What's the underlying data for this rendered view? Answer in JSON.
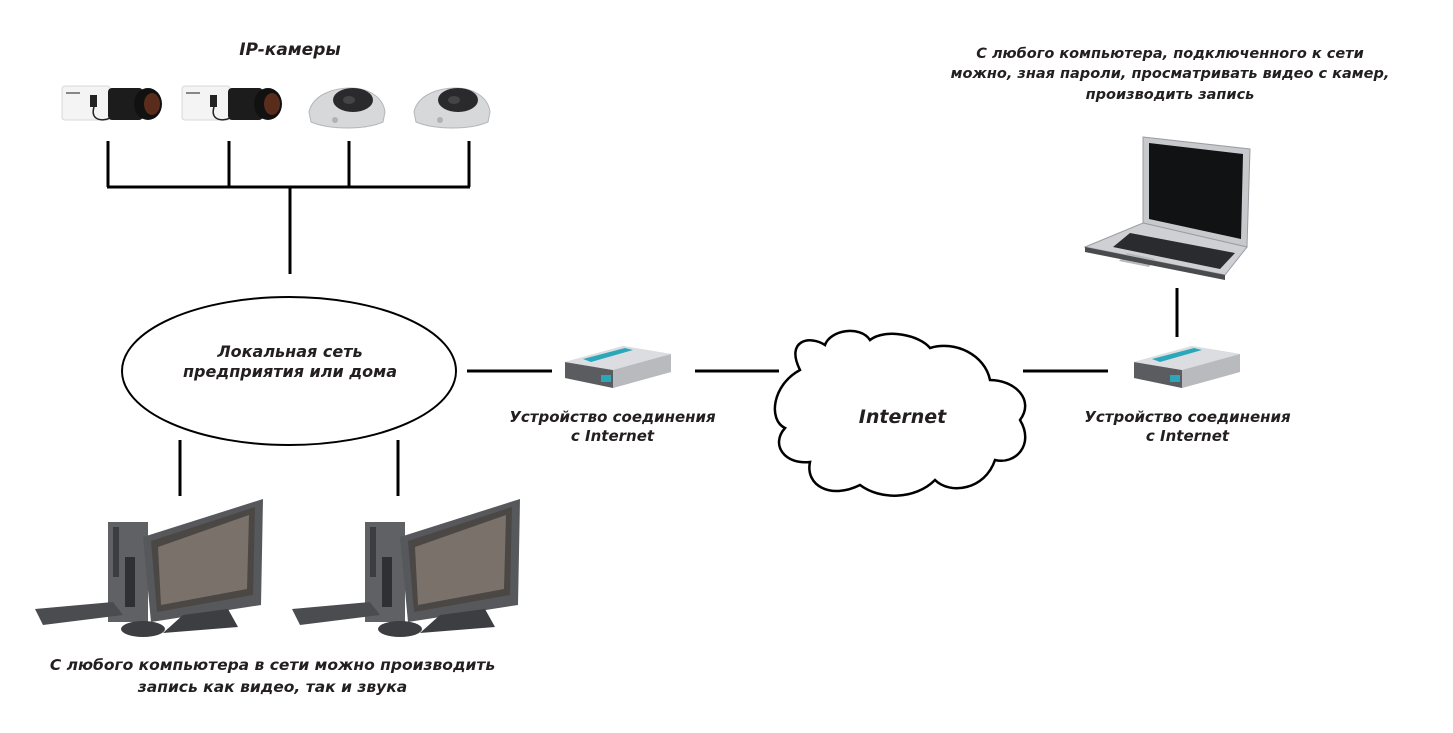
{
  "diagram": {
    "title": "IP video surveillance network scheme",
    "cameras": {
      "label": "IP-камеры",
      "items": [
        {
          "type": "box-camera"
        },
        {
          "type": "box-camera"
        },
        {
          "type": "dome-camera"
        },
        {
          "type": "dome-camera"
        }
      ]
    },
    "lan": {
      "label_lines": [
        "Локальная сеть",
        "предприятия или дома"
      ]
    },
    "router_left": {
      "label_lines": [
        "Устройство соединения",
        "с  Internet"
      ]
    },
    "internet": {
      "label": "Internet"
    },
    "router_right": {
      "label_lines": [
        "Устройство соединения",
        "с  Internet"
      ]
    },
    "remote_note": {
      "lines": [
        "С любого компьютера, подключенного к сети",
        "можно, зная пароли, просматривать видео с камер,",
        "производить запись"
      ]
    },
    "local_note": {
      "lines": [
        "С любого компьютера в сети можно производить",
        "запись как видео, так и звука"
      ]
    },
    "colors": {
      "line": "#000000",
      "text": "#231f20",
      "router_accent": "#2aa7b8",
      "device_gray": "#5a5c60"
    }
  }
}
